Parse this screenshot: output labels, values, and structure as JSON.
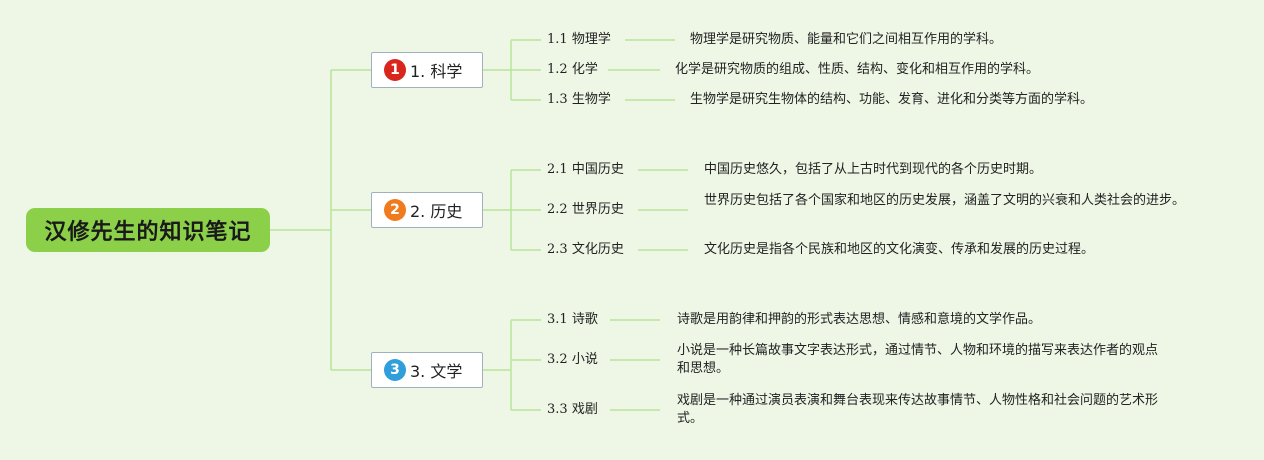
{
  "root": {
    "label": "汉修先生的知识笔记"
  },
  "colors": {
    "root_bg": "#8bd048",
    "line": "#b9e49a",
    "badge_1": "#d8261c",
    "badge_2": "#ef7b1e",
    "badge_3": "#2f9edb"
  },
  "topics": [
    {
      "number": "1",
      "label": "1. 科学",
      "children": [
        {
          "num": "1.1",
          "label": "物理学",
          "desc": "物理学是研究物质、能量和它们之间相互作用的学科。"
        },
        {
          "num": "1.2",
          "label": "化学",
          "desc": "化学是研究物质的组成、性质、结构、变化和相互作用的学科。"
        },
        {
          "num": "1.3",
          "label": "生物学",
          "desc": "生物学是研究生物体的结构、功能、发育、进化和分类等方面的学科。"
        }
      ]
    },
    {
      "number": "2",
      "label": "2. 历史",
      "children": [
        {
          "num": "2.1",
          "label": "中国历史",
          "desc": "中国历史悠久，包括了从上古时代到现代的各个历史时期。"
        },
        {
          "num": "2.2",
          "label": "世界历史",
          "desc": "世界历史包括了各个国家和地区的历史发展，涵盖了文明的兴衰和人类社会的进步。"
        },
        {
          "num": "2.3",
          "label": "文化历史",
          "desc": "文化历史是指各个民族和地区的文化演变、传承和发展的历史过程。"
        }
      ]
    },
    {
      "number": "3",
      "label": "3. 文学",
      "children": [
        {
          "num": "3.1",
          "label": "诗歌",
          "desc": "诗歌是用韵律和押韵的形式表达思想、情感和意境的文学作品。"
        },
        {
          "num": "3.2",
          "label": "小说",
          "desc": "小说是一种长篇故事文字表达形式，通过情节、人物和环境的描写来表达作者的观点和思想。"
        },
        {
          "num": "3.3",
          "label": "戏剧",
          "desc": "戏剧是一种通过演员表演和舞台表现来传达故事情节、人物性格和社会问题的艺术形式。"
        }
      ]
    }
  ]
}
